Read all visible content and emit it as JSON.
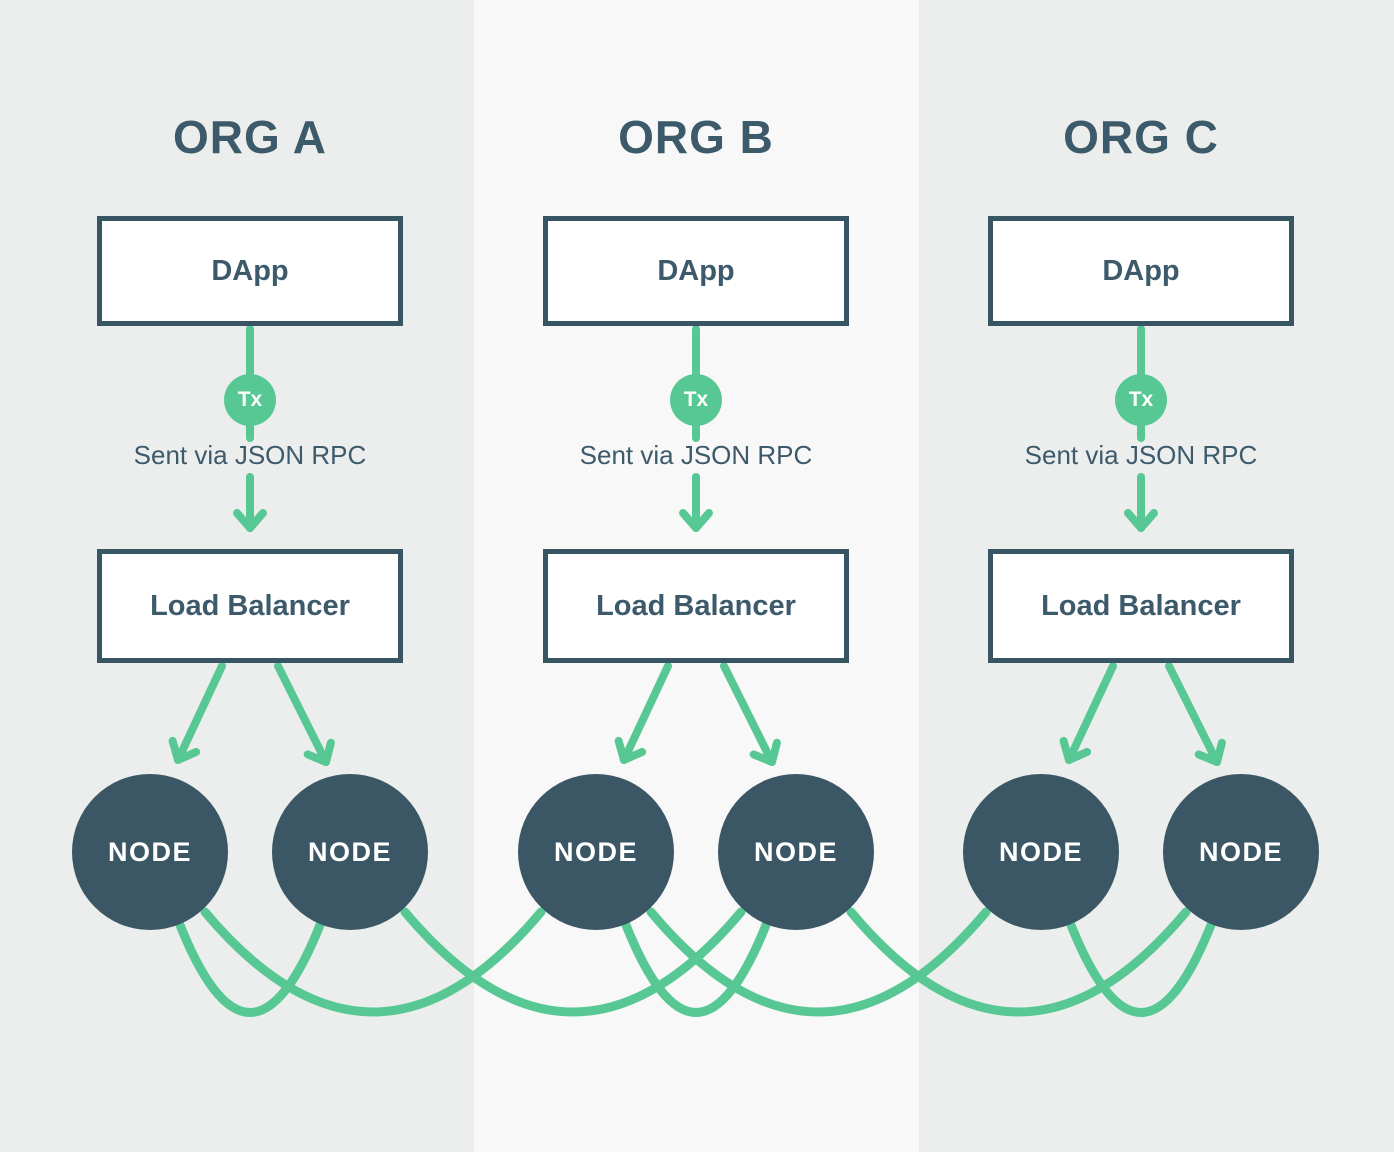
{
  "colors": {
    "accent_green": "#57C893",
    "slate_text": "#3D5A6B",
    "node_fill": "#3B5765",
    "box_border": "#375562",
    "column_bg": "#ECEEED",
    "column_bg_alt": "#F7F8F7",
    "box_bg": "#FFFFFF"
  },
  "orgs": [
    {
      "title": "ORG A",
      "dapp_label": "DApp",
      "tx_badge": "Tx",
      "rpc_note": "Sent via JSON RPC",
      "load_balancer_label": "Load Balancer",
      "nodes": [
        "NODE",
        "NODE"
      ]
    },
    {
      "title": "ORG B",
      "dapp_label": "DApp",
      "tx_badge": "Tx",
      "rpc_note": "Sent via JSON RPC",
      "load_balancer_label": "Load Balancer",
      "nodes": [
        "NODE",
        "NODE"
      ]
    },
    {
      "title": "ORG C",
      "dapp_label": "DApp",
      "tx_badge": "Tx",
      "rpc_note": "Sent via JSON RPC",
      "load_balancer_label": "Load Balancer",
      "nodes": [
        "NODE",
        "NODE"
      ]
    }
  ]
}
